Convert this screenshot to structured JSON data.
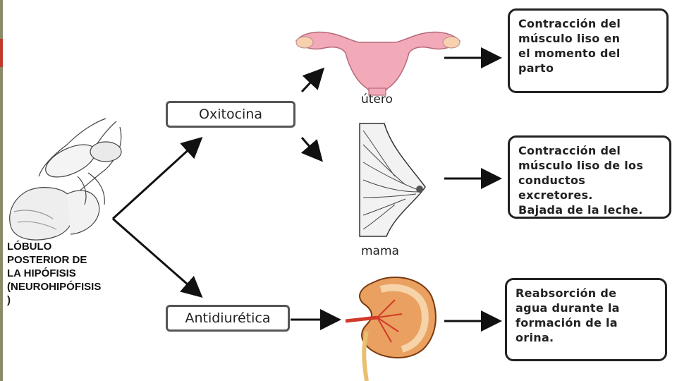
{
  "gland_label": [
    "LÓBULO",
    "POSTERIOR DE",
    "LA HIPÓFISIS",
    "(NEUROHIPÓFISIS",
    ")"
  ],
  "hormones": {
    "oxytocin": "Oxitocina",
    "antidiuretic": "Antidiurética"
  },
  "organs": {
    "uterus": "útero",
    "breast": "mama"
  },
  "effects": {
    "uterus": [
      "Contracción del",
      "músculo liso en",
      "el momento del",
      "parto"
    ],
    "breast": [
      "Contracción del",
      "músculo liso de los",
      "conductos",
      "excretores.",
      "Bajada de la leche."
    ],
    "kidney": [
      "Reabsorción de",
      "agua durante la",
      "formación de la",
      "orina."
    ]
  },
  "colors": {
    "uterus": "#f2a9b8",
    "kidney": "#e9a060",
    "vessel": "#d23a2a",
    "arrow": "#111111"
  }
}
